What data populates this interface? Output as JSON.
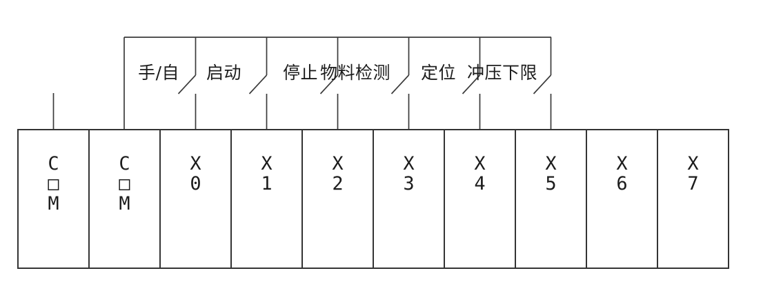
{
  "diagram_type": "plc-input-wiring-diagram",
  "colors": {
    "background": "#ffffff",
    "line": "#3a3a3a",
    "text": "#1c1c1c"
  },
  "switches": [
    {
      "label": "手/自",
      "input": "X0"
    },
    {
      "label": "启动",
      "input": "X1"
    },
    {
      "label": "停止",
      "input": "X2"
    },
    {
      "label": "物料检测",
      "input": "X3"
    },
    {
      "label": "定位",
      "input": "X4"
    },
    {
      "label": "冲压下限",
      "input": "X5"
    }
  ],
  "terminals": [
    {
      "label": "COM",
      "lines": [
        "C",
        "□",
        "M"
      ]
    },
    {
      "label": "COM",
      "lines": [
        "C",
        "□",
        "M"
      ]
    },
    {
      "label": "X0",
      "lines": [
        "X",
        "0"
      ]
    },
    {
      "label": "X1",
      "lines": [
        "X",
        "1"
      ]
    },
    {
      "label": "X2",
      "lines": [
        "X",
        "2"
      ]
    },
    {
      "label": "X3",
      "lines": [
        "X",
        "3"
      ]
    },
    {
      "label": "X4",
      "lines": [
        "X",
        "4"
      ]
    },
    {
      "label": "X5",
      "lines": [
        "X",
        "5"
      ]
    },
    {
      "label": "X6",
      "lines": [
        "X",
        "6"
      ]
    },
    {
      "label": "X7",
      "lines": [
        "X",
        "7"
      ]
    }
  ]
}
